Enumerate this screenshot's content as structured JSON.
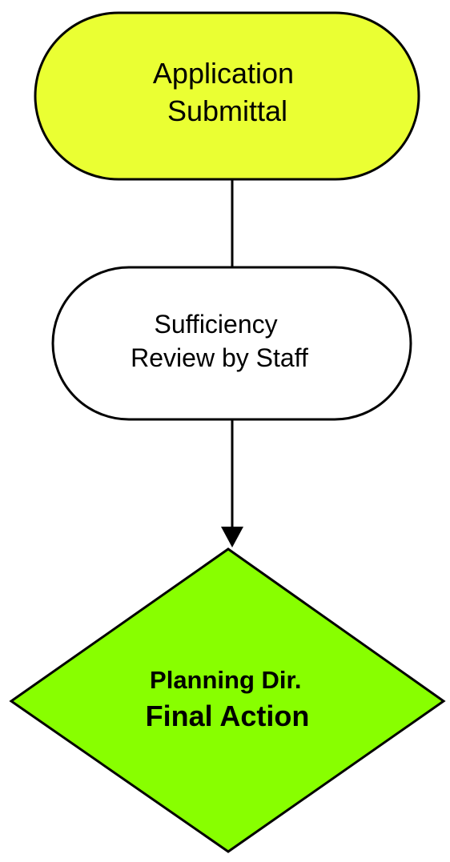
{
  "diagram": {
    "nodes": [
      {
        "id": "application-submittal",
        "shape": "terminator",
        "lines": [
          "Application",
          "Submittal"
        ],
        "fill": "#eaff33",
        "stroke": "#000000"
      },
      {
        "id": "sufficiency-review",
        "shape": "terminator",
        "lines": [
          "Sufficiency",
          "Review by Staff"
        ],
        "fill": "#ffffff",
        "stroke": "#000000"
      },
      {
        "id": "final-action",
        "shape": "decision",
        "lines": [
          "Planning Dir.",
          "Final Action"
        ],
        "fill": "#88ff00",
        "stroke": "#000000"
      }
    ],
    "edges": [
      {
        "from": "application-submittal",
        "to": "sufficiency-review",
        "arrow": false
      },
      {
        "from": "sufficiency-review",
        "to": "final-action",
        "arrow": true
      }
    ]
  }
}
